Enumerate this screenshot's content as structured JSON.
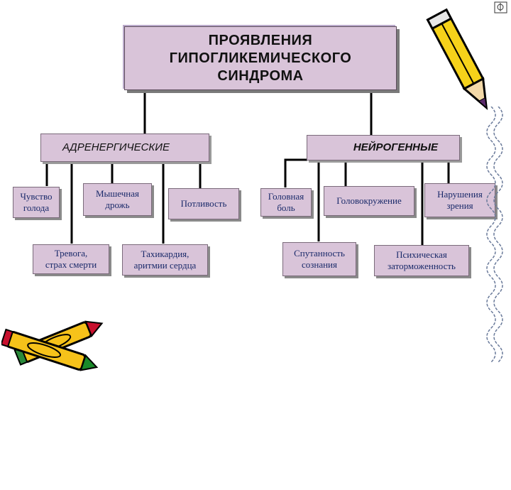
{
  "title": "ПРОЯВЛЕНИЯ\nГИПОГЛИКЕМИЧЕСКОГО\nСИНДРОМА",
  "categories": {
    "adrenergic": "АДРЕНЕРГИЧЕСКИЕ",
    "neurogenic": "НЕЙРОГЕННЫЕ"
  },
  "adrenergic_symptoms": {
    "hunger": "Чувство\nголода",
    "tremor": "Мышечная\nдрожь",
    "sweating": "Потливость",
    "anxiety": "Тревога,\nстрах смерти",
    "tachycardia": "Тахикардия,\nаритмии сердца"
  },
  "neurogenic_symptoms": {
    "headache": "Головная\nболь",
    "dizziness": "Головокружение",
    "vision": "Нарушения\nзрения",
    "confusion": "Спутанность\nсознания",
    "retardation": "Психическая\nзаторможенность"
  },
  "colors": {
    "box_fill": "#d9c4d9",
    "text": "#1a2a6a",
    "lines": "#000000"
  }
}
